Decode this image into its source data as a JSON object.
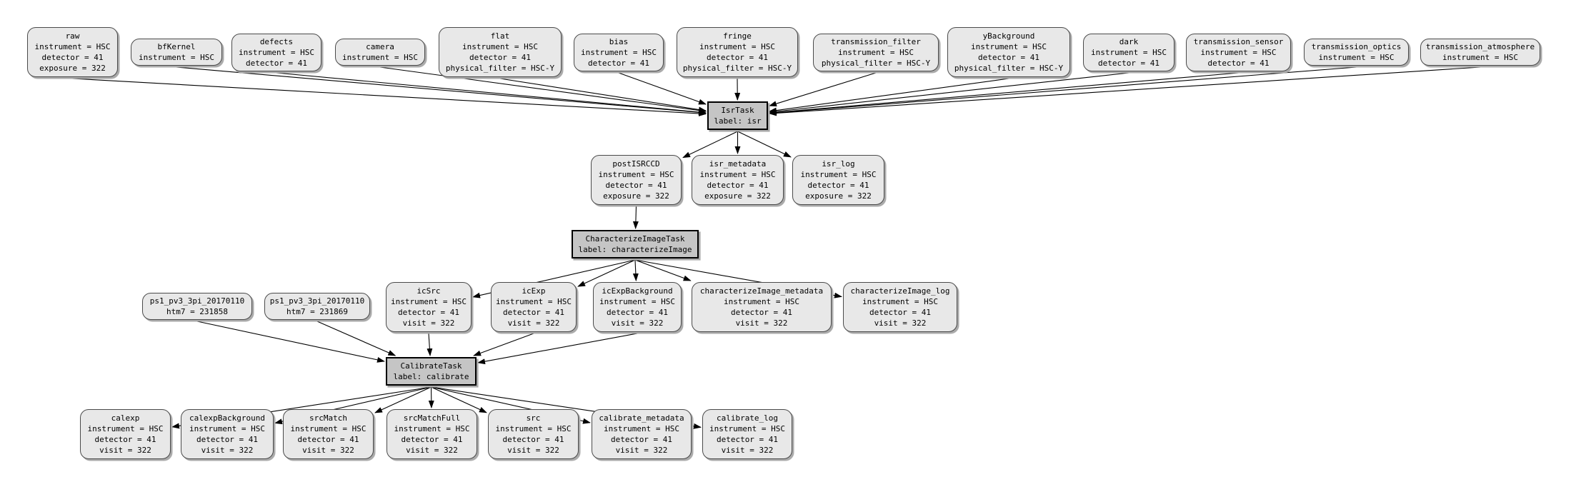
{
  "diagram": {
    "type": "pipeline-task-graph",
    "colors": {
      "background": "#ffffff",
      "dataset_fill": "#e8e8e8",
      "task_fill": "#c5c5c5",
      "border": "#4a4a4a",
      "task_border": "#000000",
      "edge": "#000000",
      "text": "#000000"
    },
    "nodes": [
      {
        "id": "raw",
        "type": "dataset",
        "lines": [
          "raw",
          "instrument = HSC",
          "detector = 41",
          "exposure = 322"
        ]
      },
      {
        "id": "bfKernel",
        "type": "dataset",
        "lines": [
          "bfKernel",
          "instrument = HSC"
        ]
      },
      {
        "id": "defects",
        "type": "dataset",
        "lines": [
          "defects",
          "instrument = HSC",
          "detector = 41"
        ]
      },
      {
        "id": "camera",
        "type": "dataset",
        "lines": [
          "camera",
          "instrument = HSC"
        ]
      },
      {
        "id": "flat",
        "type": "dataset",
        "lines": [
          "flat",
          "instrument = HSC",
          "detector = 41",
          "physical_filter = HSC-Y"
        ]
      },
      {
        "id": "bias",
        "type": "dataset",
        "lines": [
          "bias",
          "instrument = HSC",
          "detector = 41"
        ]
      },
      {
        "id": "fringe",
        "type": "dataset",
        "lines": [
          "fringe",
          "instrument = HSC",
          "detector = 41",
          "physical_filter = HSC-Y"
        ]
      },
      {
        "id": "transmission_filter",
        "type": "dataset",
        "lines": [
          "transmission_filter",
          "instrument = HSC",
          "physical_filter = HSC-Y"
        ]
      },
      {
        "id": "yBackground",
        "type": "dataset",
        "lines": [
          "yBackground",
          "instrument = HSC",
          "detector = 41",
          "physical_filter = HSC-Y"
        ]
      },
      {
        "id": "dark",
        "type": "dataset",
        "lines": [
          "dark",
          "instrument = HSC",
          "detector = 41"
        ]
      },
      {
        "id": "transmission_sensor",
        "type": "dataset",
        "lines": [
          "transmission_sensor",
          "instrument = HSC",
          "detector = 41"
        ]
      },
      {
        "id": "transmission_optics",
        "type": "dataset",
        "lines": [
          "transmission_optics",
          "instrument = HSC"
        ]
      },
      {
        "id": "transmission_atmosphere",
        "type": "dataset",
        "lines": [
          "transmission_atmosphere",
          "instrument = HSC"
        ]
      },
      {
        "id": "isr",
        "type": "task",
        "lines": [
          "IsrTask",
          "label: isr"
        ]
      },
      {
        "id": "postISRCCD",
        "type": "dataset",
        "lines": [
          "postISRCCD",
          "instrument = HSC",
          "detector = 41",
          "exposure = 322"
        ]
      },
      {
        "id": "isr_metadata",
        "type": "dataset",
        "lines": [
          "isr_metadata",
          "instrument = HSC",
          "detector = 41",
          "exposure = 322"
        ]
      },
      {
        "id": "isr_log",
        "type": "dataset",
        "lines": [
          "isr_log",
          "instrument = HSC",
          "detector = 41",
          "exposure = 322"
        ]
      },
      {
        "id": "characterizeImage",
        "type": "task",
        "lines": [
          "CharacterizeImageTask",
          "label: characterizeImage"
        ]
      },
      {
        "id": "ps1_a",
        "type": "dataset",
        "lines": [
          "ps1_pv3_3pi_20170110",
          "htm7 = 231858"
        ]
      },
      {
        "id": "ps1_b",
        "type": "dataset",
        "lines": [
          "ps1_pv3_3pi_20170110",
          "htm7 = 231869"
        ]
      },
      {
        "id": "icSrc",
        "type": "dataset",
        "lines": [
          "icSrc",
          "instrument = HSC",
          "detector = 41",
          "visit = 322"
        ]
      },
      {
        "id": "icExp",
        "type": "dataset",
        "lines": [
          "icExp",
          "instrument = HSC",
          "detector = 41",
          "visit = 322"
        ]
      },
      {
        "id": "icExpBackground",
        "type": "dataset",
        "lines": [
          "icExpBackground",
          "instrument = HSC",
          "detector = 41",
          "visit = 322"
        ]
      },
      {
        "id": "characterizeImage_metadata",
        "type": "dataset",
        "lines": [
          "characterizeImage_metadata",
          "instrument = HSC",
          "detector = 41",
          "visit = 322"
        ]
      },
      {
        "id": "characterizeImage_log",
        "type": "dataset",
        "lines": [
          "characterizeImage_log",
          "instrument = HSC",
          "detector = 41",
          "visit = 322"
        ]
      },
      {
        "id": "calibrate",
        "type": "task",
        "lines": [
          "CalibrateTask",
          "label: calibrate"
        ]
      },
      {
        "id": "calexp",
        "type": "dataset",
        "lines": [
          "calexp",
          "instrument = HSC",
          "detector = 41",
          "visit = 322"
        ]
      },
      {
        "id": "calexpBackground",
        "type": "dataset",
        "lines": [
          "calexpBackground",
          "instrument = HSC",
          "detector = 41",
          "visit = 322"
        ]
      },
      {
        "id": "srcMatch",
        "type": "dataset",
        "lines": [
          "srcMatch",
          "instrument = HSC",
          "detector = 41",
          "visit = 322"
        ]
      },
      {
        "id": "srcMatchFull",
        "type": "dataset",
        "lines": [
          "srcMatchFull",
          "instrument = HSC",
          "detector = 41",
          "visit = 322"
        ]
      },
      {
        "id": "src",
        "type": "dataset",
        "lines": [
          "src",
          "instrument = HSC",
          "detector = 41",
          "visit = 322"
        ]
      },
      {
        "id": "calibrate_metadata",
        "type": "dataset",
        "lines": [
          "calibrate_metadata",
          "instrument = HSC",
          "detector = 41",
          "visit = 322"
        ]
      },
      {
        "id": "calibrate_log",
        "type": "dataset",
        "lines": [
          "calibrate_log",
          "instrument = HSC",
          "detector = 41",
          "visit = 322"
        ]
      }
    ],
    "edges": [
      [
        "raw",
        "isr"
      ],
      [
        "bfKernel",
        "isr"
      ],
      [
        "defects",
        "isr"
      ],
      [
        "camera",
        "isr"
      ],
      [
        "flat",
        "isr"
      ],
      [
        "bias",
        "isr"
      ],
      [
        "fringe",
        "isr"
      ],
      [
        "transmission_filter",
        "isr"
      ],
      [
        "yBackground",
        "isr"
      ],
      [
        "dark",
        "isr"
      ],
      [
        "transmission_sensor",
        "isr"
      ],
      [
        "transmission_optics",
        "isr"
      ],
      [
        "transmission_atmosphere",
        "isr"
      ],
      [
        "isr",
        "postISRCCD"
      ],
      [
        "isr",
        "isr_metadata"
      ],
      [
        "isr",
        "isr_log"
      ],
      [
        "postISRCCD",
        "characterizeImage"
      ],
      [
        "characterizeImage",
        "icSrc"
      ],
      [
        "characterizeImage",
        "icExp"
      ],
      [
        "characterizeImage",
        "icExpBackground"
      ],
      [
        "characterizeImage",
        "characterizeImage_metadata"
      ],
      [
        "characterizeImage",
        "characterizeImage_log"
      ],
      [
        "ps1_a",
        "calibrate"
      ],
      [
        "ps1_b",
        "calibrate"
      ],
      [
        "icSrc",
        "calibrate"
      ],
      [
        "icExp",
        "calibrate"
      ],
      [
        "icExpBackground",
        "calibrate"
      ],
      [
        "calibrate",
        "calexp"
      ],
      [
        "calibrate",
        "calexpBackground"
      ],
      [
        "calibrate",
        "srcMatch"
      ],
      [
        "calibrate",
        "srcMatchFull"
      ],
      [
        "calibrate",
        "src"
      ],
      [
        "calibrate",
        "calibrate_metadata"
      ],
      [
        "calibrate",
        "calibrate_log"
      ]
    ]
  }
}
